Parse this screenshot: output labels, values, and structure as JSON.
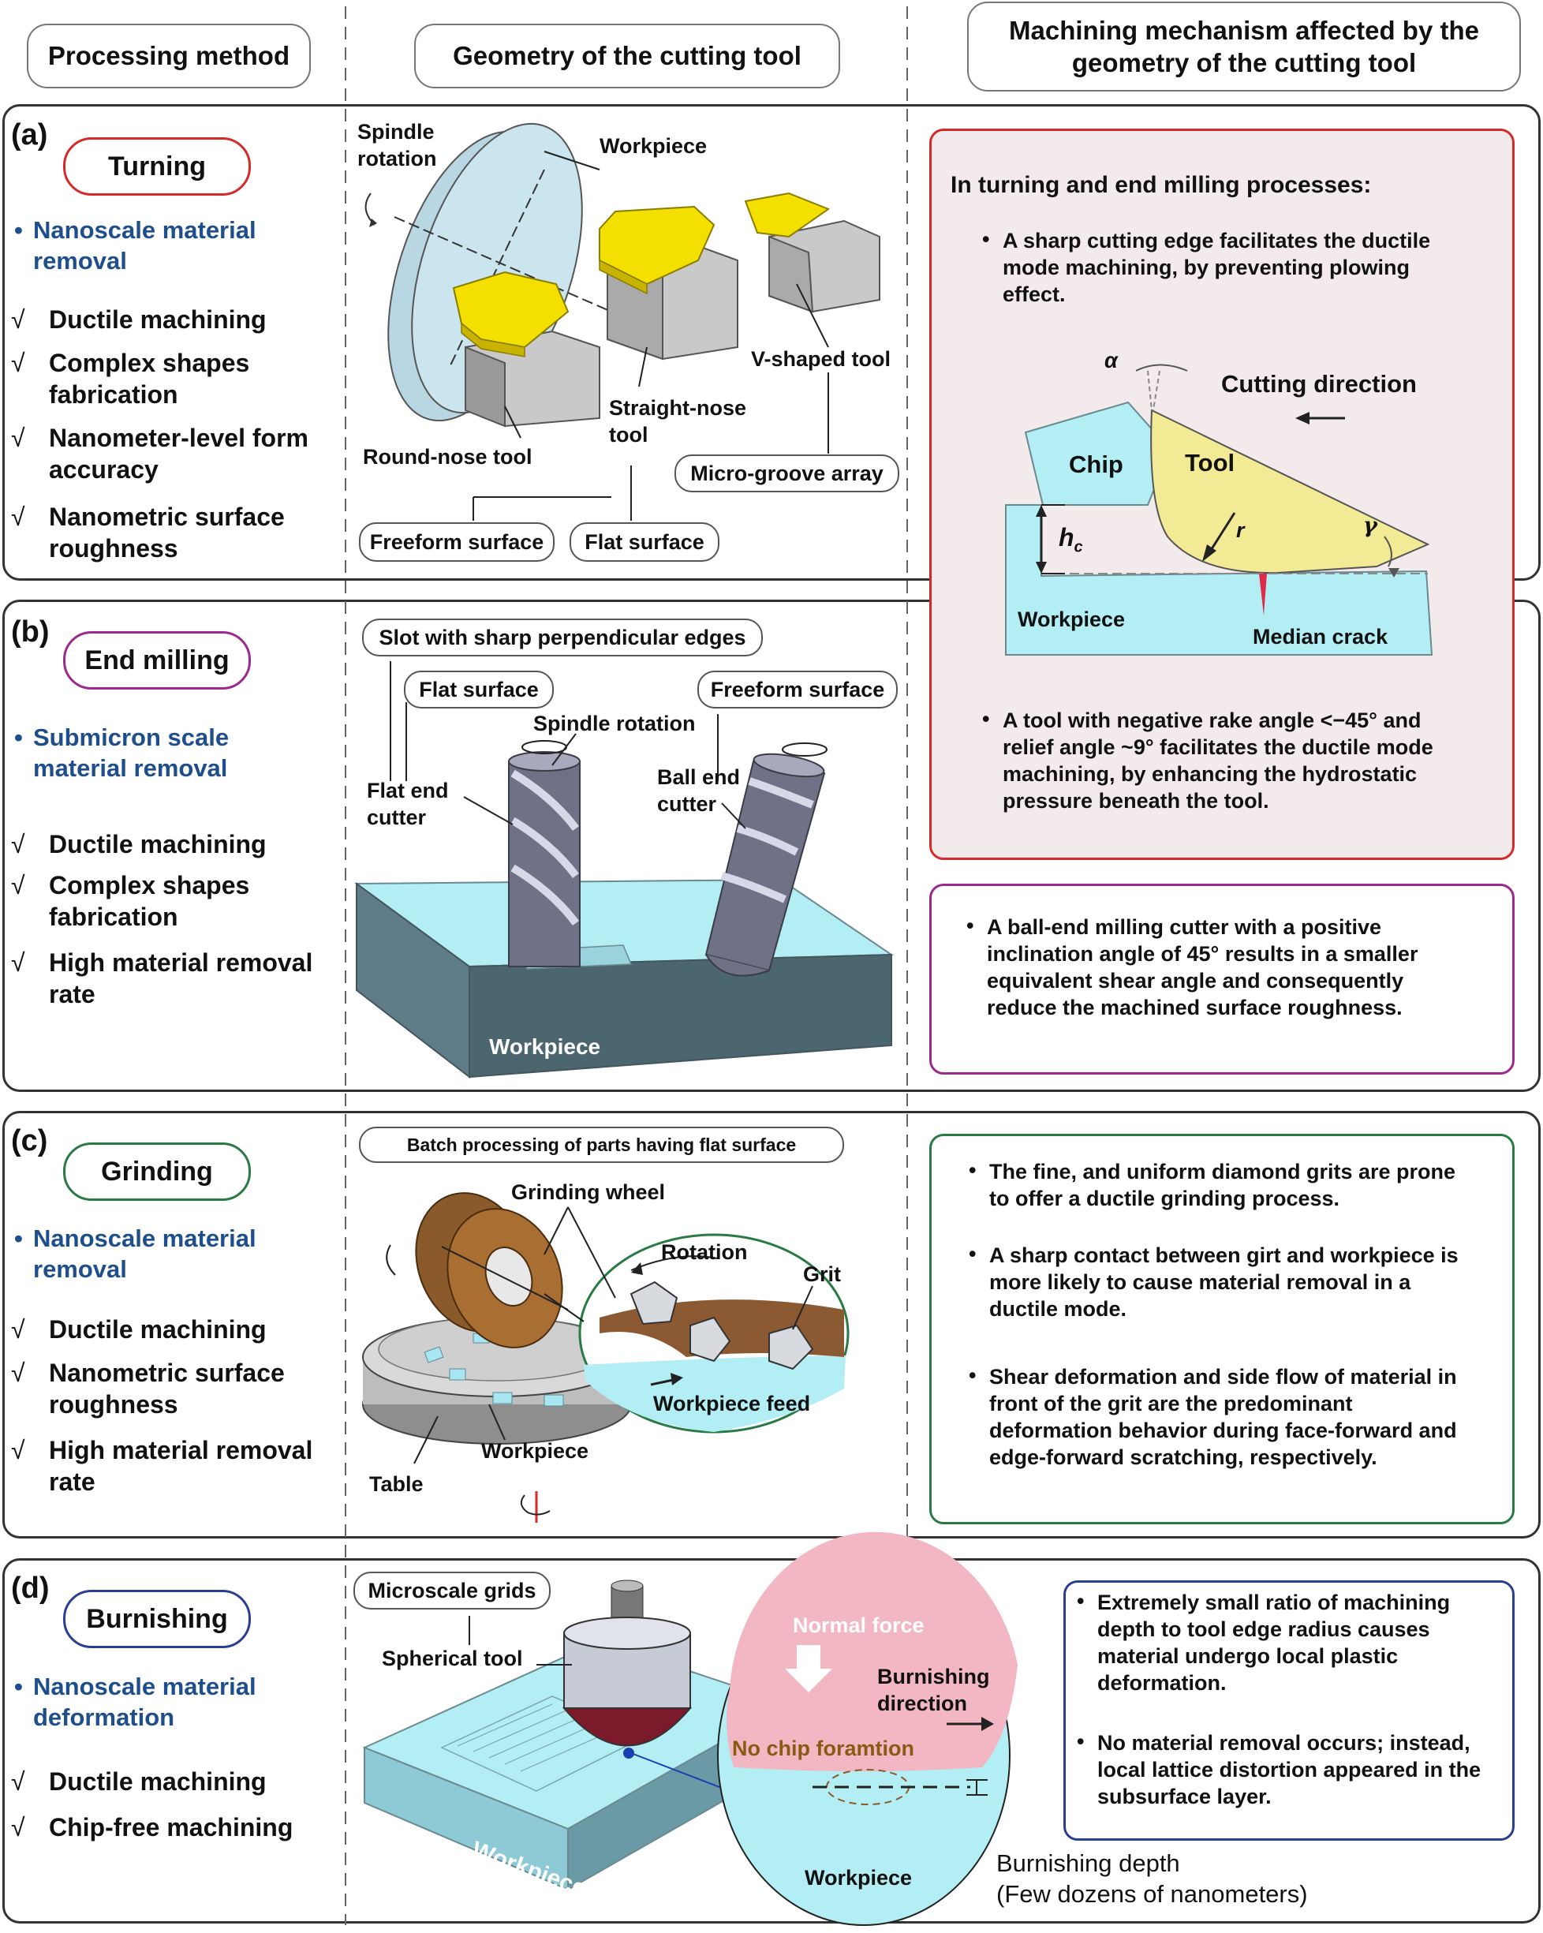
{
  "headers": {
    "processing_method": "Processing method",
    "geometry": "Geometry of the cutting tool",
    "mechanism": "Machining mechanism affected by the geometry of the cutting tool"
  },
  "panel_a": {
    "label": "(a)",
    "method": "Turning",
    "highlight": "Nanoscale material removal",
    "checks": [
      "Ductile machining",
      "Complex shapes fabrication",
      "Nanometer-level form accuracy",
      "Nanometric surface roughness"
    ],
    "labels": {
      "spindle": "Spindle rotation",
      "workpiece": "Workpiece",
      "vtool": "V-shaped tool",
      "straight": "Straight-nose tool",
      "round": "Round-nose tool",
      "microgroove": "Micro-groove array",
      "freeform": "Freeform surface",
      "flat": "Flat surface"
    }
  },
  "mech_ab": {
    "heading": "In turning and end milling processes:",
    "bullet1": "A sharp cutting edge facilitates the ductile mode machining, by preventing plowing effect.",
    "bullet2": "A tool with negative rake angle <−45° and relief angle ~9° facilitates the ductile mode machining, by enhancing the hydrostatic pressure beneath the tool.",
    "diagram": {
      "alpha": "α",
      "cutting_direction": "Cutting direction",
      "chip": "Chip",
      "tool": "Tool",
      "r": "r",
      "gamma": "γ",
      "hc": "h",
      "hc_sub": "c",
      "workpiece": "Workpiece",
      "crack": "Median crack"
    }
  },
  "panel_b": {
    "label": "(b)",
    "method": "End milling",
    "highlight": "Submicron scale material removal",
    "checks": [
      "Ductile machining",
      "Complex shapes fabrication",
      "High material removal rate"
    ],
    "labels": {
      "slot": "Slot with sharp perpendicular edges",
      "flat": "Flat surface",
      "freeform": "Freeform surface",
      "spindle": "Spindle rotation",
      "flat_cutter": "Flat end cutter",
      "ball_cutter": "Ball end cutter",
      "workpiece": "Workpiece"
    },
    "mech": "A ball-end milling cutter with a positive inclination angle of 45° results in a smaller equivalent shear angle and consequently reduce the machined surface roughness."
  },
  "panel_c": {
    "label": "(c)",
    "method": "Grinding",
    "highlight": "Nanoscale material removal",
    "checks": [
      "Ductile machining",
      "Nanometric surface roughness",
      "High material removal rate"
    ],
    "labels": {
      "batch": "Batch processing of parts having flat surface",
      "wheel": "Grinding wheel",
      "rotation": "Rotation",
      "grit": "Grit",
      "feed": "Workpiece feed",
      "workpiece": "Workpiece",
      "table": "Table"
    },
    "mech": [
      "The fine, and uniform diamond grits are prone to offer a ductile grinding process.",
      "A sharp contact between girt and workpiece is more likely to cause material removal in a ductile mode.",
      "Shear deformation and side flow of material in front of the grit are the predominant deformation behavior during face-forward and edge-forward scratching, respectively."
    ]
  },
  "panel_d": {
    "label": "(d)",
    "method": "Burnishing",
    "highlight": "Nanoscale material deformation",
    "checks": [
      "Ductile machining",
      "Chip-free machining"
    ],
    "labels": {
      "grids": "Microscale grids",
      "tool": "Spherical tool",
      "normal": "Normal force",
      "direction": "Burnishing direction",
      "nochip": "No chip foramtion",
      "workpiece_inset": "Workpiece",
      "workpiece": "Workpiece",
      "depth": "Burnishing depth",
      "depth_note": "(Few dozens of nanometers)"
    },
    "mech": [
      "Extremely small ratio of machining depth to tool edge radius causes material undergo local plastic deformation.",
      "No material removal occurs; instead, local lattice distortion appeared in the subsurface layer."
    ]
  },
  "colors": {
    "turning": "#d42a2a",
    "milling": "#9b2a8f",
    "grinding": "#2a7a45",
    "burnishing": "#2a3f8f",
    "highlight_text": "#1f4e8c",
    "mech_ab_bg": "#f3ebeb",
    "workpiece_cyan": "#b3eef5",
    "tool_yellow": "#f2ea95"
  },
  "bullet_symbol": "•",
  "check_symbol": "√"
}
